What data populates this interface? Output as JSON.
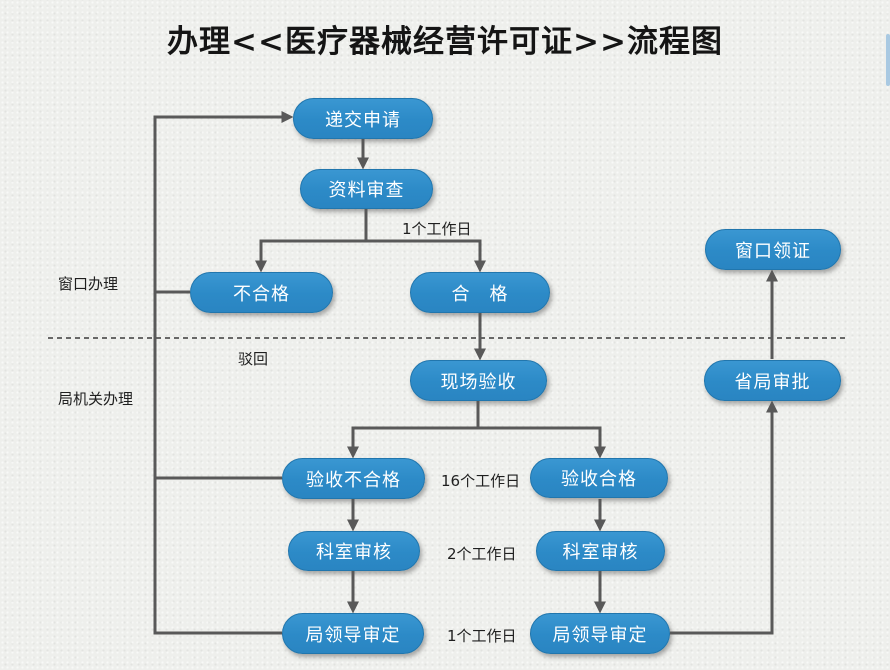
{
  "title": "办理<<医疗器械经营许可证>>流程图",
  "lanes": {
    "window": "窗口办理",
    "bureau": "局机关办理"
  },
  "nodes": {
    "submit": "递交申请",
    "doc_review": "资料审查",
    "unqualified": "不合格",
    "qualified": "合　格",
    "site_inspection": "现场验收",
    "inspection_fail": "验收不合格",
    "inspection_pass": "验收合格",
    "dept_review": "科室审核",
    "leader_approval": "局领导审定",
    "provincial_approval": "省局审批",
    "collect_certificate": "窗口领证"
  },
  "labels": {
    "reject": "驳回",
    "duration_doc_review": "1个工作日",
    "duration_inspection": "16个工作日",
    "duration_dept_review": "2个工作日",
    "duration_leader": "1个工作日"
  },
  "colors": {
    "node_fill": "#2c8ac7",
    "node_border": "#2176ad",
    "connector": "#595959",
    "divider": "#3a3a3a",
    "background": "#eeefec",
    "node_text": "#ffffff",
    "title_text": "#151515"
  },
  "flow_type": "flowchart"
}
